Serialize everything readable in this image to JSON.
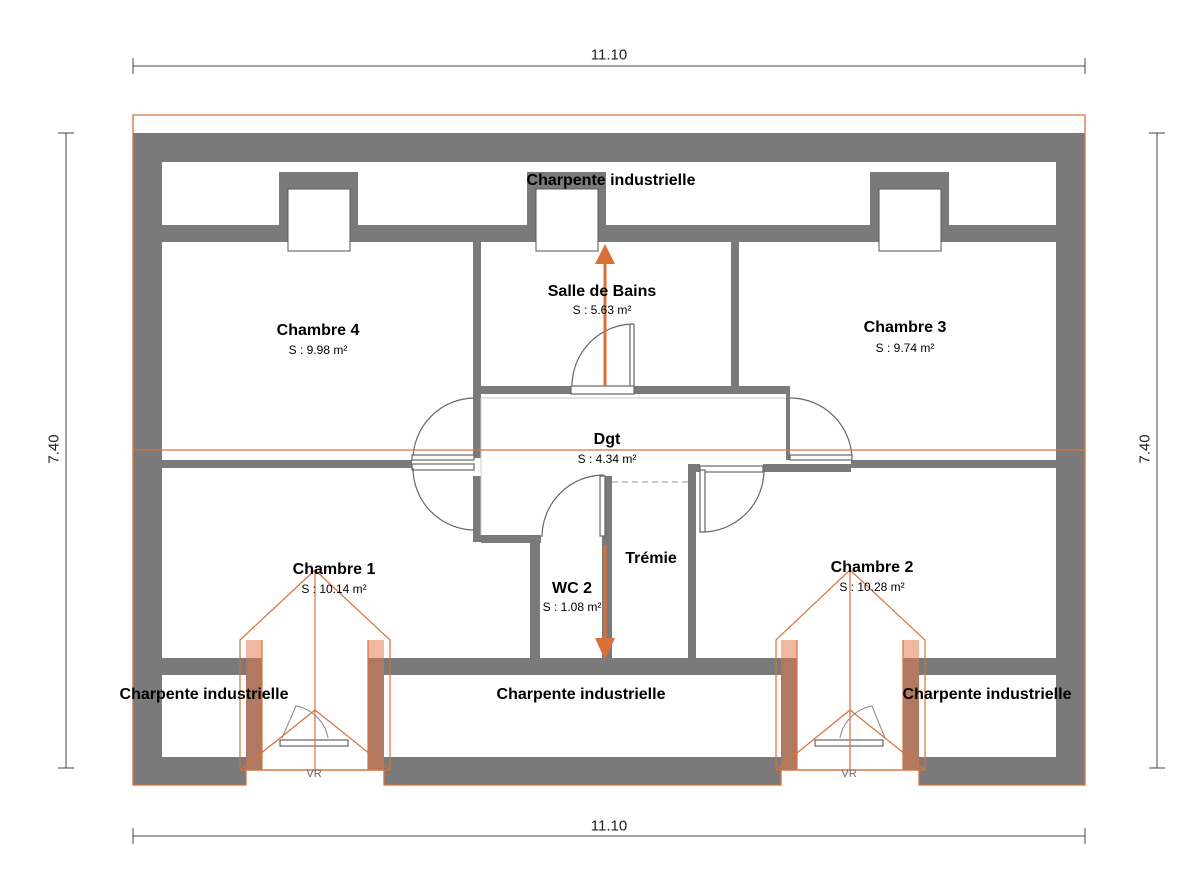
{
  "dimensions": {
    "top_width": "11.10",
    "bottom_width": "11.10",
    "left_height": "7.40",
    "right_height": "7.40"
  },
  "rooms": {
    "chambre4": {
      "name": "Chambre 4",
      "area": "S : 9.98 m²"
    },
    "salle_bains": {
      "name": "Salle de Bains",
      "area": "S : 5.63 m²"
    },
    "chambre3": {
      "name": "Chambre 3",
      "area": "S : 9.74 m²"
    },
    "dgt": {
      "name": "Dgt",
      "area": "S : 4.34 m²"
    },
    "chambre1": {
      "name": "Chambre 1",
      "area": "S : 10.14 m²"
    },
    "wc2": {
      "name": "WC 2",
      "area": "S : 1.08 m²"
    },
    "tremie": {
      "name": "Trémie"
    },
    "chambre2": {
      "name": "Chambre 2",
      "area": "S : 10.28 m²"
    }
  },
  "charpente": {
    "top": "Charpente industrielle",
    "bottom_left": "Charpente industrielle",
    "bottom_center": "Charpente industrielle",
    "bottom_right": "Charpente industrielle"
  },
  "windows": {
    "left_vr": "VR",
    "right_vr": "VR"
  },
  "colors": {
    "wall": "#7a7a7a",
    "accent": "#d9703a",
    "roof_outline": "#d9703a",
    "dormer_fill": "#b07a62",
    "dormer_light": "#f0b8a0"
  }
}
